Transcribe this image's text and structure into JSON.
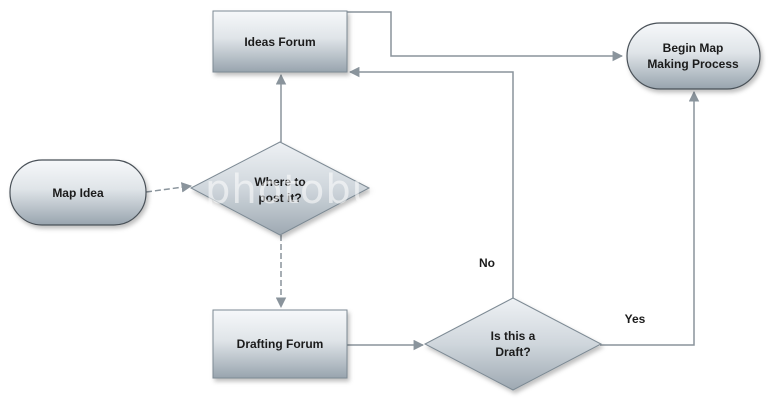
{
  "nodes": {
    "ideas_forum": "Ideas Forum",
    "begin_map_line1": "Begin Map",
    "begin_map_line2": "Making Process",
    "map_idea": "Map Idea",
    "where_line1": "Where to",
    "where_line2": "post it?",
    "drafting_forum": "Drafting Forum",
    "is_draft_line1": "Is this a",
    "is_draft_line2": "Draft?"
  },
  "labels": {
    "no": "No",
    "yes": "Yes"
  },
  "watermark": {
    "text": "photobucket"
  },
  "colors": {
    "shape_top": "#f4f6f8",
    "shape_bottom": "#9aa6b0",
    "stroke": "#7d8a94",
    "line": "#8a949c"
  }
}
